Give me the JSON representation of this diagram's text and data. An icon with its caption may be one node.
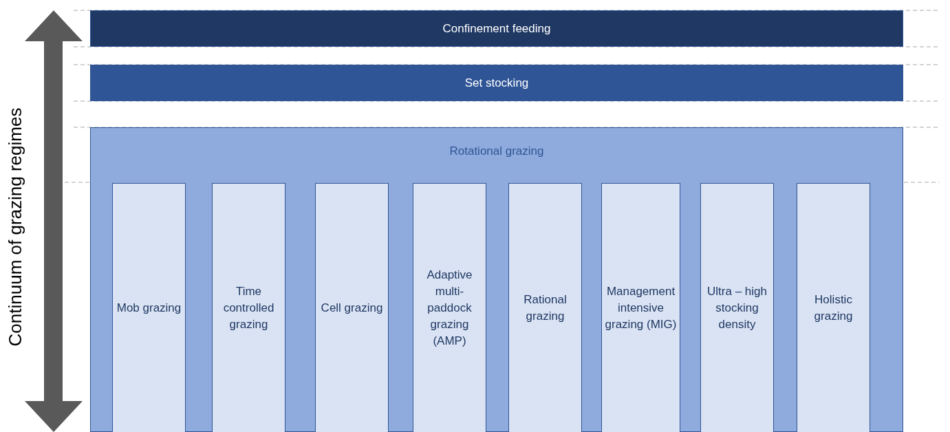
{
  "diagram": {
    "nodes": [
      {
        "text": [
          "Confinement feeding"
        ]
      },
      {
        "text": [
          "Set stocking"
        ]
      },
      {
        "text": [
          "Rotational grazing"
        ]
      },
      {
        "text": [
          "Mob grazing"
        ],
        "in": 2
      },
      {
        "text": [
          "Time controlled grazing"
        ],
        "in": 2
      },
      {
        "text": [
          "Cell grazing"
        ],
        "in": 2
      },
      {
        "text": [
          "Adaptive multi-paddock grazing (AMP)"
        ],
        "in": 2
      },
      {
        "text": [
          "Rational grazing"
        ],
        "in": 2
      },
      {
        "text": [
          "Management intensive grazing (MIG)"
        ],
        "in": 2
      },
      {
        "text": [
          "Ultra – high stocking density"
        ],
        "in": 2
      },
      {
        "text": [
          "Holistic grazing"
        ],
        "in": 2
      }
    ],
    "labels": [
      "Continuum of grazing regimes"
    ]
  }
}
